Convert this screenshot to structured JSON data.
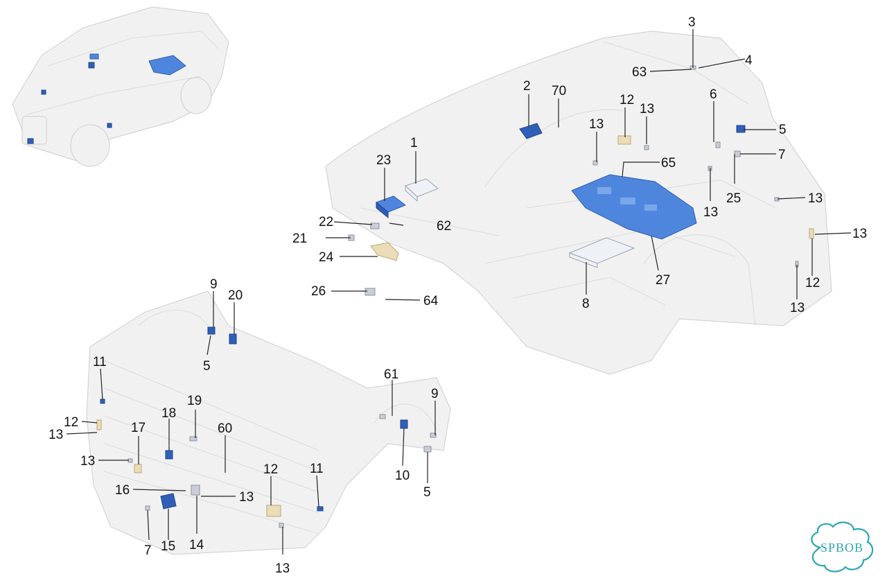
{
  "labels": [
    "1",
    "2",
    "3",
    "4",
    "5",
    "6",
    "7",
    "8",
    "9",
    "10",
    "11",
    "12",
    "13",
    "14",
    "15",
    "16",
    "17",
    "18",
    "19",
    "20",
    "21",
    "22",
    "23",
    "24",
    "25",
    "26",
    "27",
    "60",
    "61",
    "62",
    "63",
    "64",
    "65",
    "70"
  ],
  "watermark": {
    "text": "SPBOB",
    "color": "#2aa7b5"
  },
  "colors": {
    "highlight_blue": "#4f86dd",
    "ghost_body": "#f1f1f1",
    "tan_part": "#e9dcb6"
  }
}
